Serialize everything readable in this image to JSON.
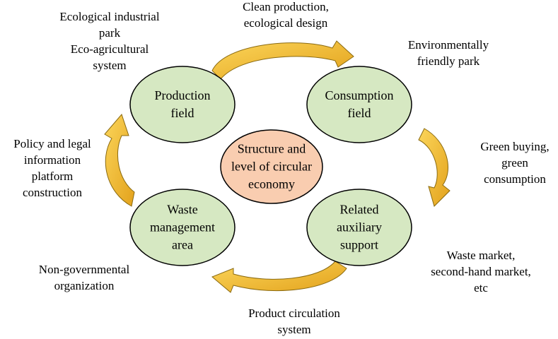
{
  "center": {
    "lines": [
      "Structure and",
      "level of circular",
      "economy"
    ],
    "fill": "#f9cdb0"
  },
  "fields": {
    "production": {
      "lines": [
        "Production",
        "field"
      ]
    },
    "consumption": {
      "lines": [
        "Consumption",
        "field"
      ]
    },
    "waste": {
      "lines": [
        "Waste",
        "management",
        "area"
      ]
    },
    "auxiliary": {
      "lines": [
        "Related",
        "auxiliary",
        "support"
      ]
    },
    "fill": "#d6e8c2"
  },
  "arrows": {
    "top": {
      "lines": [
        "Clean production,",
        "ecological design"
      ]
    },
    "right": {
      "lines": [
        "Green buying,",
        "green",
        "consumption"
      ]
    },
    "bottom": {
      "lines": [
        "Product circulation",
        "system"
      ]
    },
    "left": {
      "lines": [
        "Policy and legal",
        "information",
        "platform",
        "construction"
      ]
    },
    "fill_light": "#f8c434",
    "fill_dark": "#d9961a"
  },
  "notes": {
    "top_left": {
      "lines": [
        "Ecological industrial",
        "park",
        "Eco-agricultural",
        "system"
      ]
    },
    "top_right": {
      "lines": [
        "Environmentally",
        "friendly park"
      ]
    },
    "bottom_left": {
      "lines": [
        "Non-governmental",
        "organization"
      ]
    },
    "bottom_right": {
      "lines": [
        "Waste market,",
        "second-hand market,",
        "etc"
      ]
    }
  }
}
